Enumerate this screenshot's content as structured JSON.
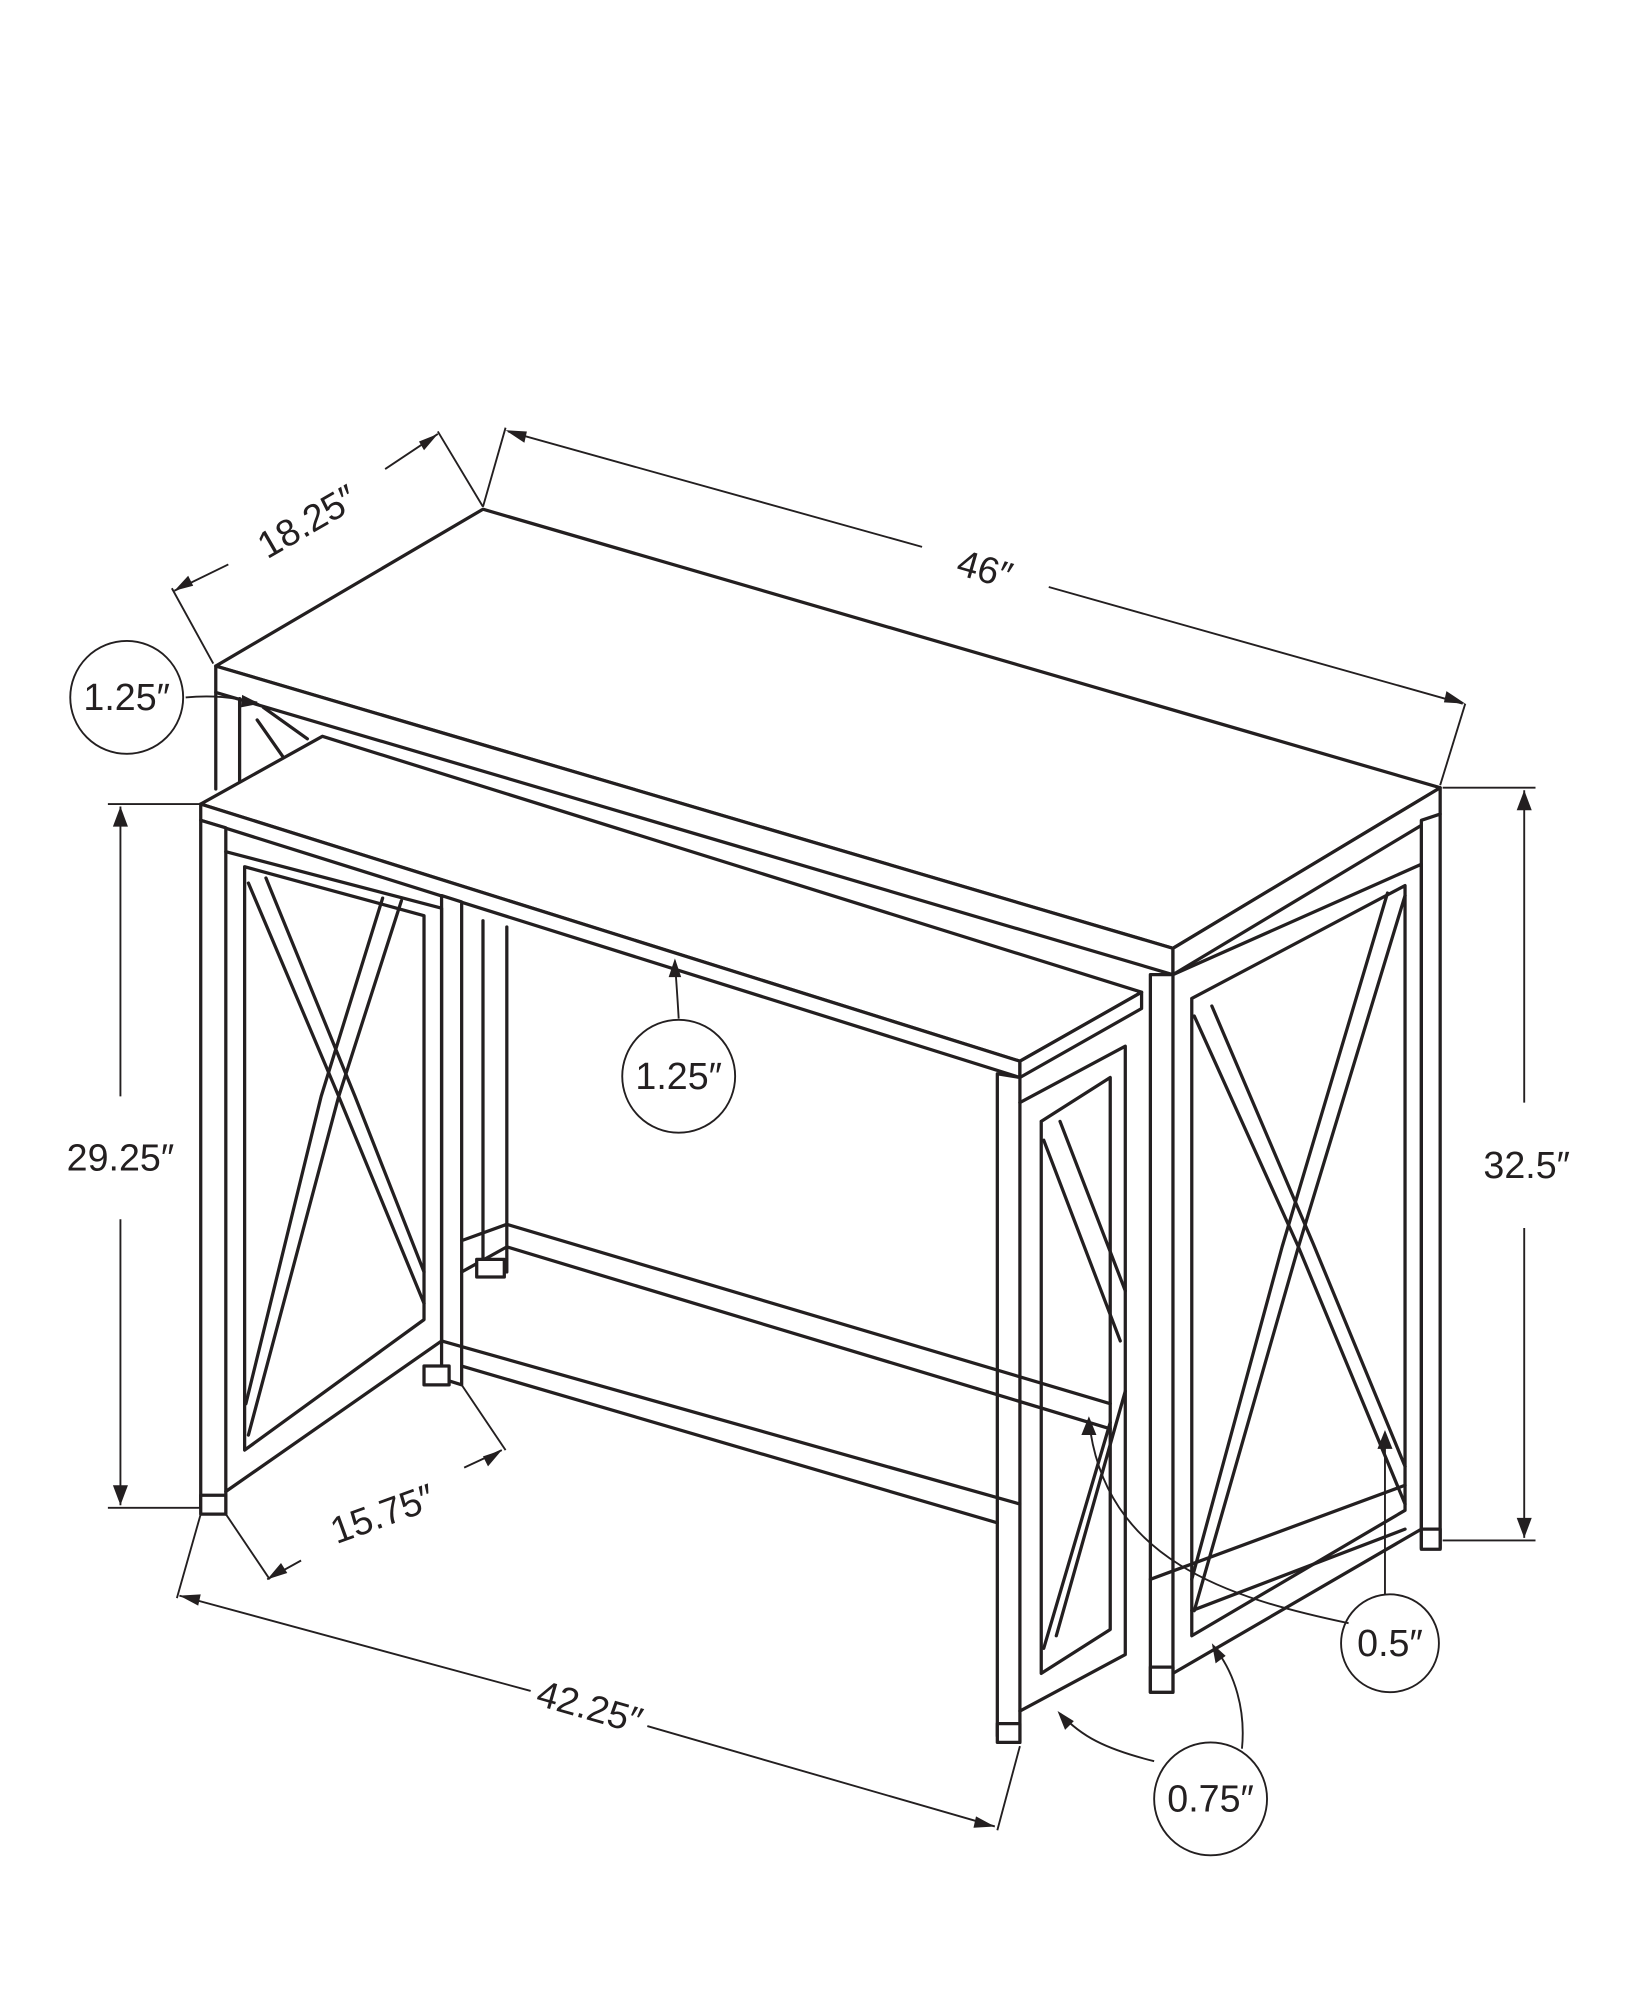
{
  "dimensions": {
    "large_width": "46″",
    "large_depth": "18.25″",
    "large_height": "32.5″",
    "large_top_thickness": "1.25″",
    "small_width": "42.25″",
    "small_depth": "15.75″",
    "small_height": "29.25″",
    "small_top_thickness": "1.25″",
    "leg_foot": "0.75″",
    "frame_bar": "0.5″"
  },
  "colors": {
    "line": "#231f20",
    "background": "#ffffff"
  }
}
